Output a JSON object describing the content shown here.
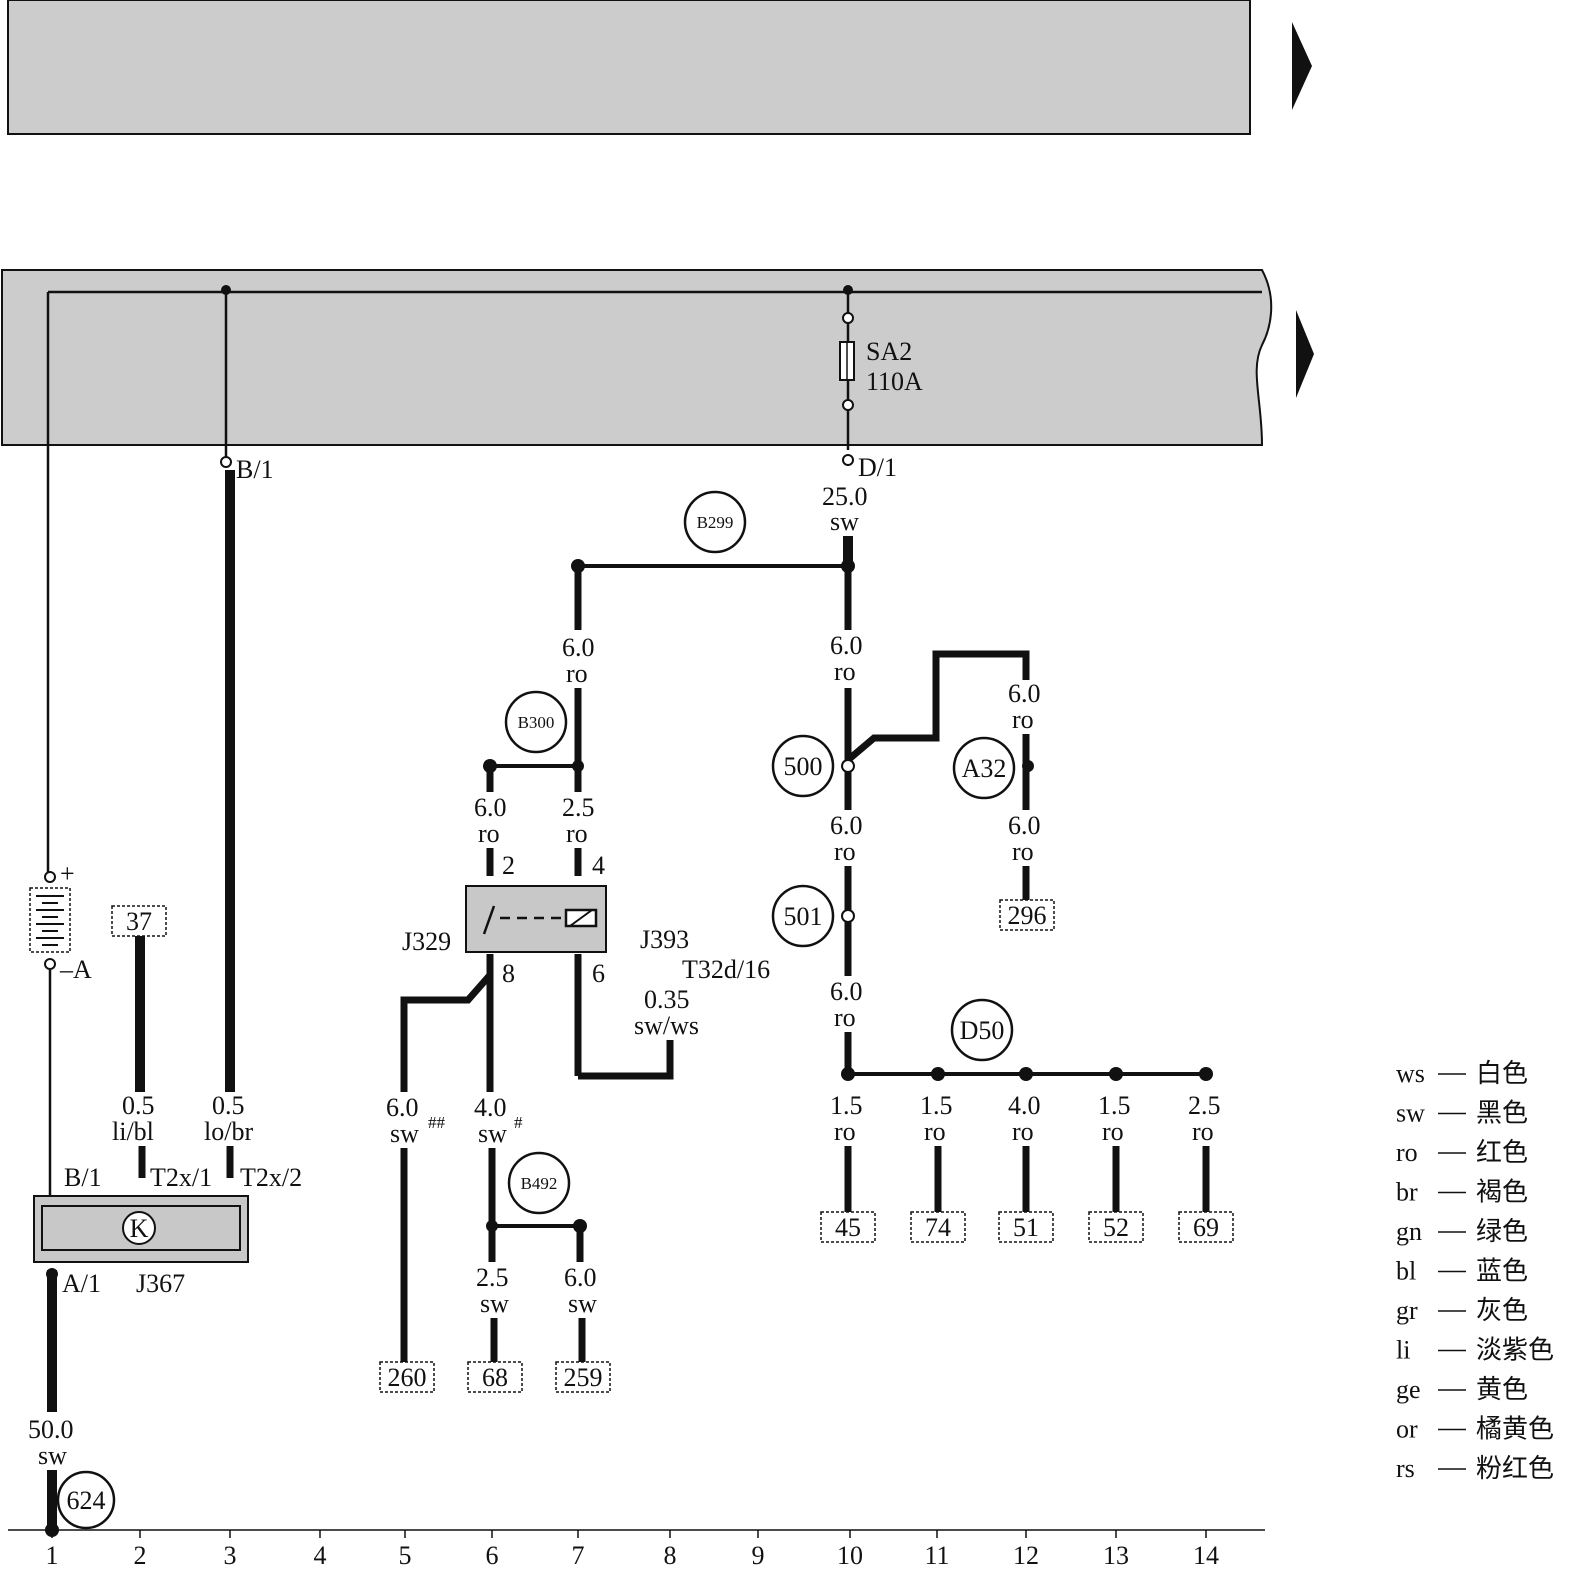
{
  "bus": {
    "fuse_name": "SA2",
    "fuse_rating": "110A",
    "terminal_b": "B/1",
    "terminal_d": "D/1"
  },
  "battery": {
    "plus": "+",
    "minus": "–A"
  },
  "wires": {
    "main": {
      "gauge": "25.0",
      "color": "sw"
    },
    "left_branch": {
      "gauge": "6.0",
      "color": "ro"
    },
    "j329_in2": {
      "gauge": "6.0",
      "color": "ro"
    },
    "j329_in4": {
      "gauge": "2.5",
      "color": "ro"
    },
    "right_upper": {
      "gauge": "6.0",
      "color": "ro"
    },
    "a32_upper": {
      "gauge": "6.0",
      "color": "ro"
    },
    "a32_lower": {
      "gauge": "6.0",
      "color": "ro"
    },
    "mid_500_501": {
      "gauge": "6.0",
      "color": "ro"
    },
    "mid_501_d50": {
      "gauge": "6.0",
      "color": "ro"
    },
    "j367_b": {
      "gauge": "0.5",
      "color": "li/bl"
    },
    "j367_c": {
      "gauge": "0.5",
      "color": "lo/br"
    },
    "out5": {
      "gauge": "6.0",
      "color": "sw",
      "mark": "##"
    },
    "out6": {
      "gauge": "4.0",
      "color": "sw",
      "mark": "#"
    },
    "out6a": {
      "gauge": "2.5",
      "color": "sw"
    },
    "out7": {
      "gauge": "6.0",
      "color": "sw"
    },
    "t32": {
      "gauge": "0.35",
      "color": "sw/ws"
    },
    "ground": {
      "gauge": "50.0",
      "color": "sw"
    },
    "d50_outs": [
      {
        "gauge": "1.5",
        "color": "ro",
        "ref": "45"
      },
      {
        "gauge": "1.5",
        "color": "ro",
        "ref": "74"
      },
      {
        "gauge": "4.0",
        "color": "ro",
        "ref": "51"
      },
      {
        "gauge": "1.5",
        "color": "ro",
        "ref": "52"
      },
      {
        "gauge": "2.5",
        "color": "ro",
        "ref": "69"
      }
    ]
  },
  "connectors": {
    "B299": "B299",
    "B300": "B300",
    "B492": "B492",
    "c500": "500",
    "c501": "501",
    "A32": "A32",
    "D50": "D50",
    "c624": "624"
  },
  "components": {
    "J329": "J329",
    "J393": "J393",
    "T32d16": "T32d/16",
    "J367": "J367",
    "J367_b1": "B/1",
    "J367_a1": "A/1",
    "T2x1": "T2x/1",
    "T2x2": "T2x/2",
    "K": "K",
    "pin2": "2",
    "pin4": "4",
    "pin6": "6",
    "pin8": "8"
  },
  "refs": {
    "r37": "37",
    "r296": "296",
    "r260": "260",
    "r68": "68",
    "r259": "259"
  },
  "columns": [
    "1",
    "2",
    "3",
    "4",
    "5",
    "6",
    "7",
    "8",
    "9",
    "10",
    "11",
    "12",
    "13",
    "14"
  ],
  "legend": [
    {
      "code": "ws",
      "name": "白色"
    },
    {
      "code": "sw",
      "name": "黑色"
    },
    {
      "code": "ro",
      "name": "红色"
    },
    {
      "code": "br",
      "name": "褐色"
    },
    {
      "code": "gn",
      "name": "绿色"
    },
    {
      "code": "bl",
      "name": "蓝色"
    },
    {
      "code": "gr",
      "name": "灰色"
    },
    {
      "code": "li",
      "name": "淡紫色"
    },
    {
      "code": "ge",
      "name": "黄色"
    },
    {
      "code": "or",
      "name": "橘黄色"
    },
    {
      "code": "rs",
      "name": "粉红色"
    }
  ]
}
